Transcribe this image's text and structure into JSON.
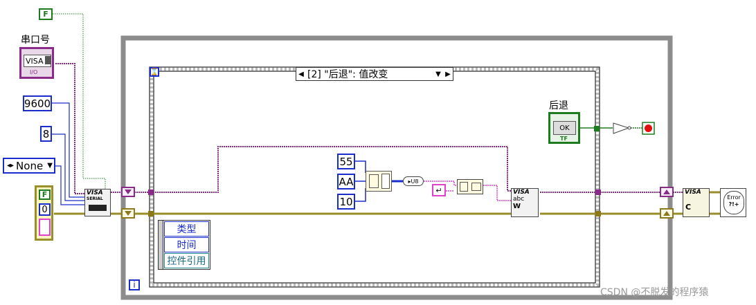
{
  "diagram": {
    "false_constant": "F",
    "com_port": {
      "label": "串口号",
      "value": "VISA",
      "subtext": "I/O"
    },
    "baud_rate": "9600",
    "data_bits": "8",
    "parity": "None",
    "error_cluster": {
      "status": "F",
      "code": "0"
    },
    "visa_config": {
      "title": "VISA",
      "subtitle": "SERIAL"
    },
    "case_selector": "[2] \"后退\": 值改变",
    "event_data": [
      "类型",
      "时间",
      "控件引用"
    ],
    "array_constants": [
      "55",
      "AA",
      "10"
    ],
    "back_control": {
      "label": "后退",
      "value": "OK",
      "subtext": "TF"
    },
    "visa_write": {
      "title": "VISA",
      "glyph": "abc"
    },
    "visa_close": {
      "title": "VISA",
      "glyph": "C"
    },
    "error_handler": {
      "title": "Error",
      "glyph": "?!+"
    },
    "loop_iteration": "i",
    "watermark": "CSDN @不脱发的程序猿"
  }
}
